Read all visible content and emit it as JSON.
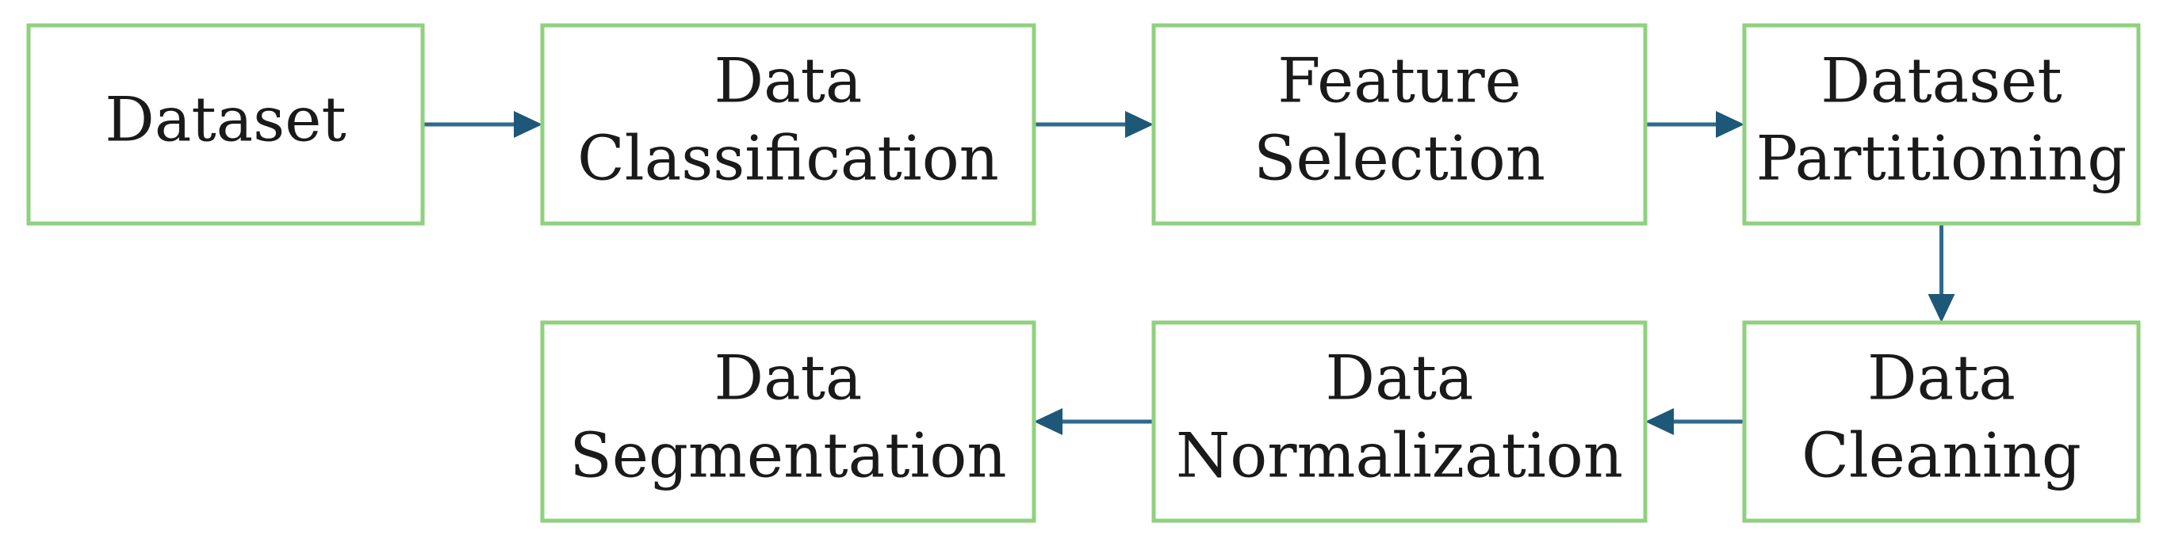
{
  "nodes": [
    {
      "id": "dataset",
      "lines": [
        "Dataset"
      ]
    },
    {
      "id": "data-classification",
      "lines": [
        "Data",
        "Classification"
      ]
    },
    {
      "id": "feature-selection",
      "lines": [
        "Feature",
        "Selection"
      ]
    },
    {
      "id": "dataset-partitioning",
      "lines": [
        "Dataset",
        "Partitioning"
      ]
    },
    {
      "id": "data-cleaning",
      "lines": [
        "Data",
        "Cleaning"
      ]
    },
    {
      "id": "data-normalization",
      "lines": [
        "Data",
        "Normalization"
      ]
    },
    {
      "id": "data-segmentation",
      "lines": [
        "Data",
        "Segmentation"
      ]
    }
  ],
  "edges": [
    {
      "from": "dataset",
      "to": "data-classification"
    },
    {
      "from": "data-classification",
      "to": "feature-selection"
    },
    {
      "from": "feature-selection",
      "to": "dataset-partitioning"
    },
    {
      "from": "dataset-partitioning",
      "to": "data-cleaning"
    },
    {
      "from": "data-cleaning",
      "to": "data-normalization"
    },
    {
      "from": "data-normalization",
      "to": "data-segmentation"
    }
  ],
  "colors": {
    "box_border": "#8fd17e",
    "arrow": "#2e6a8e",
    "text": "#1a1a1a"
  }
}
